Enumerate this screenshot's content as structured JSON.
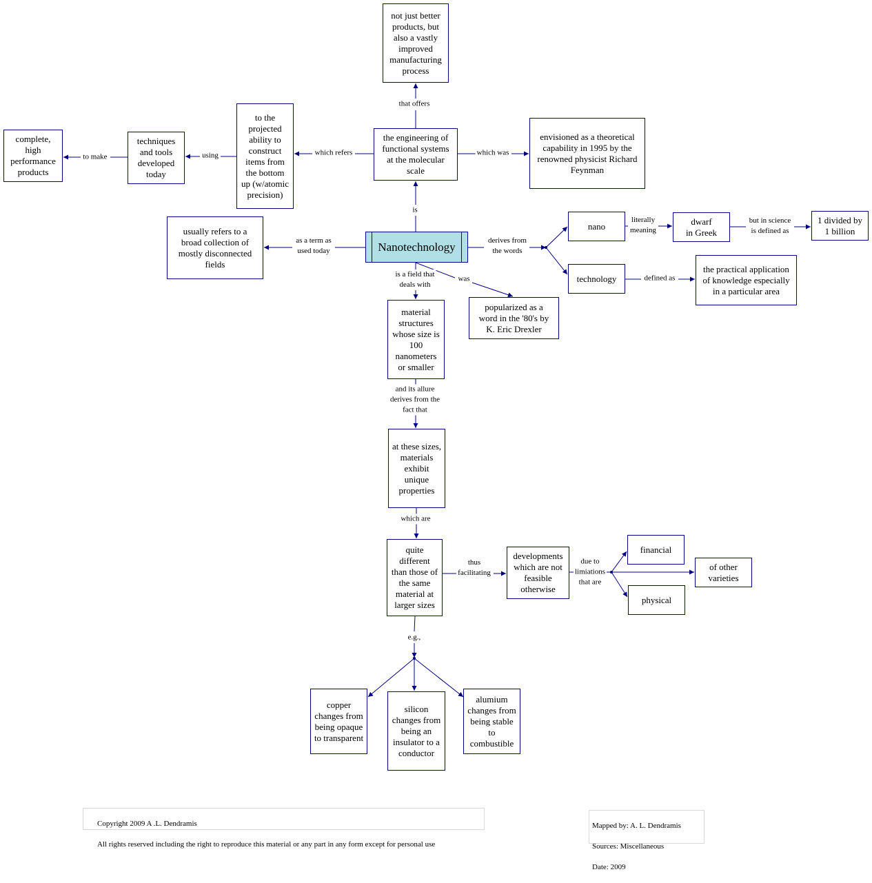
{
  "nodes": {
    "root": "Nanotechnology",
    "better_products": "not just better\nproducts, but\nalso a vastly\nimproved\nmanufacturing\nprocess",
    "engineering": "the engineering of\nfunctional systems\nat the molecular\nscale",
    "feynman": "envisioned as a theoretical\ncapability in 1995 by the\nrenowned physicist Richard\nFeynman",
    "projected": "to the\nprojected\nability to\nconstruct\nitems from\nthe bottom\nup (w/atomic\nprecision)",
    "techniques": "techniques\nand tools\ndeveloped\ntoday",
    "complete": "complete,\nhigh\nperformance\nproducts",
    "usually": "usually refers to a\nbroad collection of\nmostly disconnected\nfields",
    "nano": "nano",
    "dwarf": "dwarf\nin Greek",
    "billion": "1 divided by\n1 billion",
    "technology": "technology",
    "practical": "the practical application\nof knowledge especially\nin a particular area",
    "material": "material\nstructures\nwhose size is\n100\nnanometers\nor smaller",
    "popularized": "popularized as a\nword in the '80's by\nK. Eric Drexler",
    "sizes": "at these sizes,\nmaterials\nexhibit\nunique\nproperties",
    "quite": "quite\ndifferent\nthan those of\nthe same\nmaterial at\nlarger sizes",
    "developments": "developments\nwhich are not\nfeasible\notherwise",
    "financial": "financial",
    "other": "of other\nvarieties",
    "physical": "physical",
    "copper": "copper\nchanges from\nbeing opaque\nto transparent",
    "silicon": "silicon\nchanges from\nbeing an\ninsulator to a\nconductor",
    "alumium": "alumium\nchanges from\nbeing stable\nto\ncombustible"
  },
  "labels": {
    "that_offers": "that offers",
    "is": "is",
    "which_was": "which was",
    "which_refers": "which refers",
    "using": "using",
    "to_make": "to make",
    "as_a_term": "as a term as\nused today",
    "derives_from": "derives from\nthe words",
    "literally": "literally\nmeaning",
    "but_in_science": "but in science\nis defined as",
    "defined_as": "defined as",
    "is_a_field": "is a field that\ndeals with",
    "was": "was",
    "allure": "and its allure\nderives from the\nfact that",
    "which_are": "which are",
    "thus": "thus\nfacilitating",
    "due_to": "due to\nlimiations\nthat are",
    "eg": "e.g.,"
  },
  "footer": {
    "copyright_line1": "Copyright 2009  A .L. Dendramis",
    "copyright_line2": "All rights reserved including the right to reproduce this material or any part in any form except for personal use",
    "mapped_by": "Mapped by:  A. L. Dendramis",
    "sources": "Sources:  Miscellaneous",
    "date": "Date: 2009"
  },
  "colors": {
    "line": "#000080",
    "root_fill": "#b0e0e6",
    "node_border": "#000080",
    "footer_border": "#d8d8d8"
  }
}
